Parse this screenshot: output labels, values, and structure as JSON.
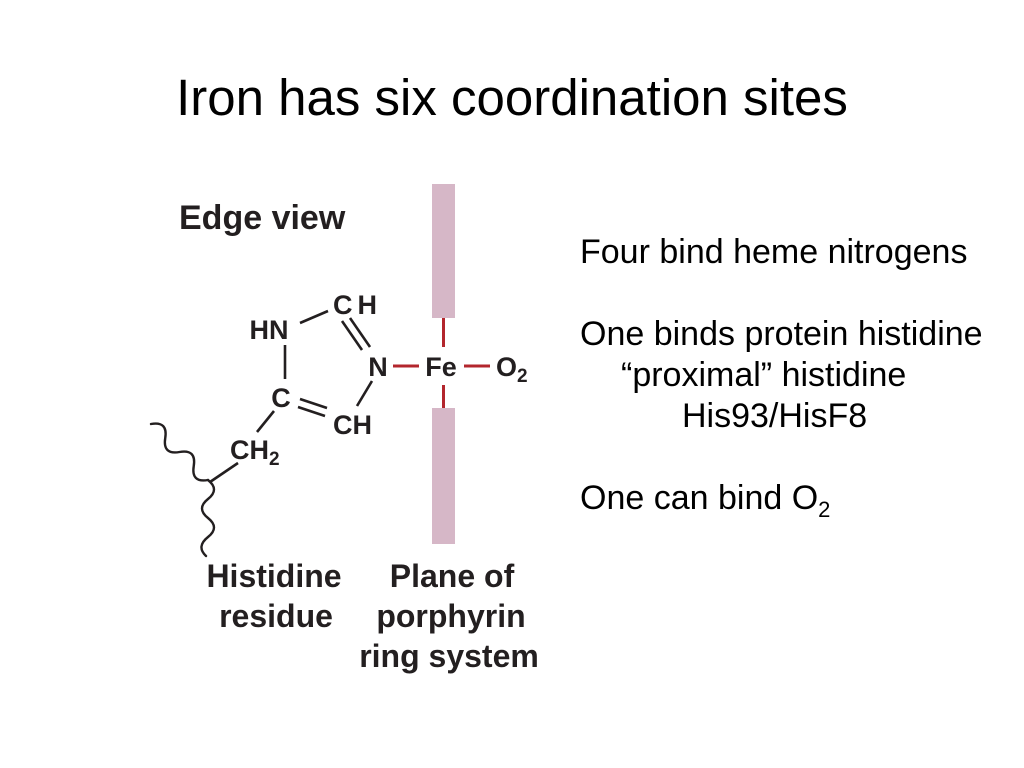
{
  "slide": {
    "title": "Iron has six coordination sites"
  },
  "diagram": {
    "view_label": "Edge view",
    "atoms": {
      "hn": "HN",
      "ch_top": "CH",
      "n": "N",
      "fe": "Fe",
      "o": "O",
      "o_sub": "2",
      "c": "C",
      "ch_bottom": "CH",
      "ch2": "CH",
      "ch2_sub": "2"
    },
    "histidine_label": [
      "Histidine",
      "residue"
    ],
    "plane_label": [
      "Plane of",
      "porphyrin",
      "ring system"
    ],
    "colors": {
      "porphyrin_plane": "#d6b7c7",
      "iron_bond": "#b3262d"
    }
  },
  "notes": {
    "heme_nitrogens": "Four bind heme nitrogens",
    "protein_histidine": "One binds protein histidine",
    "proximal_histidine": "“proximal” histidine",
    "residue_numbering": "His93/HisF8",
    "oxygen_binding": "One can bind O",
    "oxygen_binding_sub": "2"
  }
}
